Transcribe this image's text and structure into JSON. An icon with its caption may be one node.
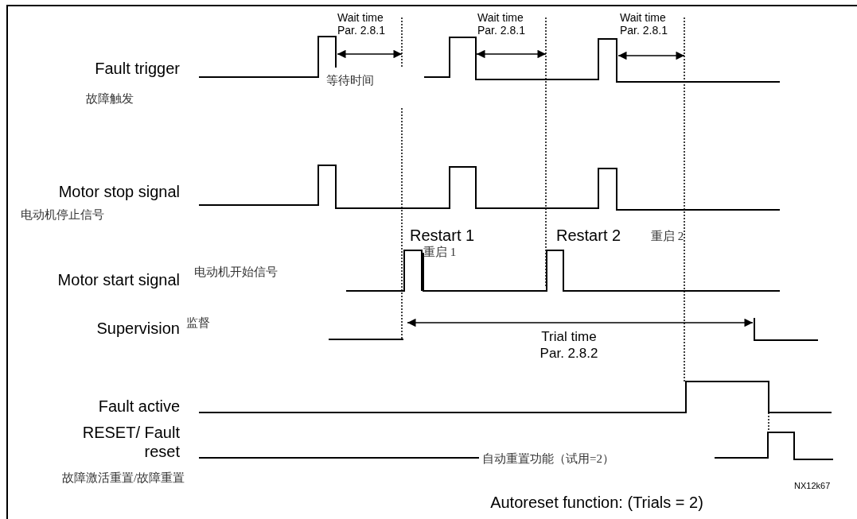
{
  "diagram": {
    "labels": [
      "Wait time Par. 2.8.1",
      "Wait time Par. 2.8.1",
      "Wait time Par. 2.8.1",
      "Fault trigger",
      "等待时间",
      "故障触发",
      "Motor stop signal",
      "电动机停止信号",
      "Restart 1",
      "Restart 2",
      "重启 2",
      "重启 1",
      "Motor start signal",
      "电动机开始信号",
      "Supervision",
      "监督",
      "Trial time Par. 2.8.2",
      "Fault active",
      "RESET/ Fault reset",
      "自动重置功能（试用=2）",
      "故障激活重置/故障重置",
      "NX12k67",
      "Autoreset function: (Trials = 2)"
    ]
  }
}
